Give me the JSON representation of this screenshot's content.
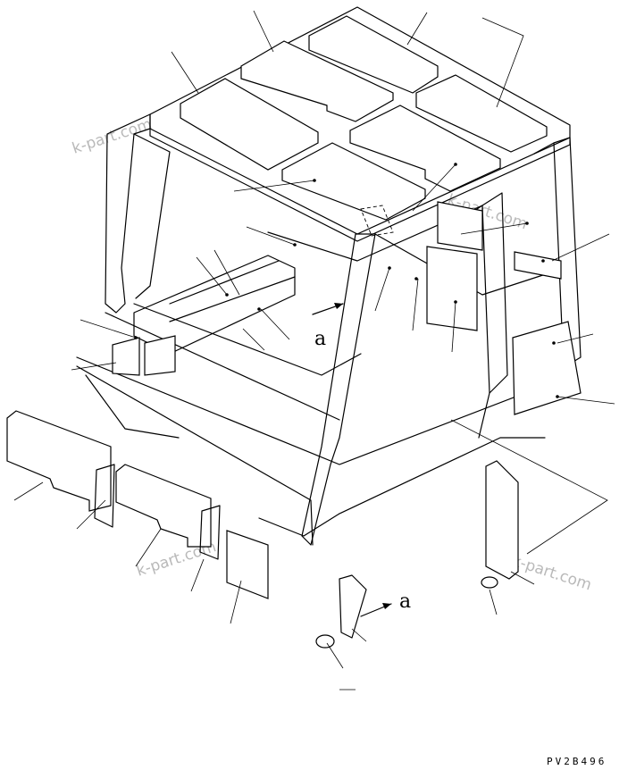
{
  "diagram": {
    "view_label_a": "a",
    "detail_label_a": "a",
    "drawing_code": "PV2B496",
    "watermarks": [
      "k-part.com",
      "k-part.com",
      "k-part.com",
      "k-part.com"
    ]
  }
}
